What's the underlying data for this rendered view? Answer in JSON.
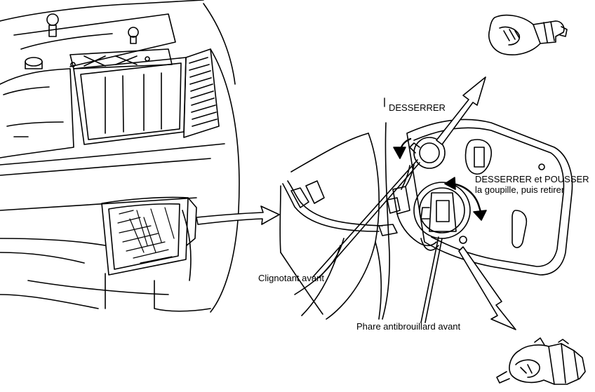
{
  "labels": {
    "loosen": "DESSERRER",
    "loosen_push_line1": "DESSERRER et POUSSER",
    "loosen_push_line2": "la goupille, puis retirer",
    "front_turn_signal": "Clignotant avant",
    "front_fog_light": "Phare antibrouillard avant"
  },
  "colors": {
    "ink": "#000000",
    "paper": "#ffffff"
  }
}
